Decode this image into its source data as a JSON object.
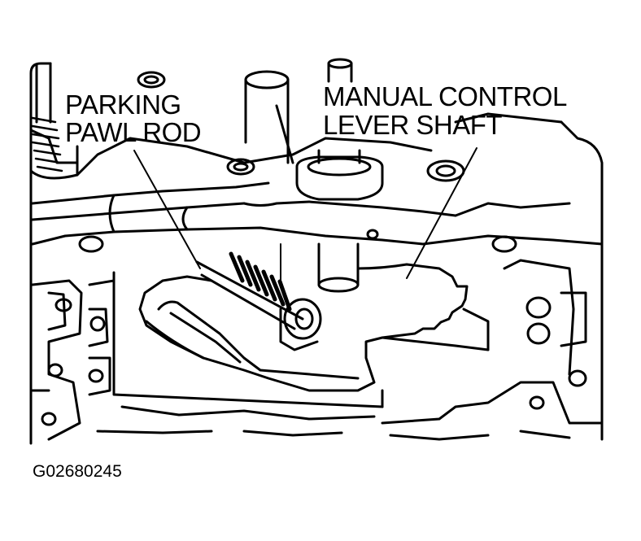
{
  "labels": {
    "parking_pawl_rod": [
      "PARKING",
      "PAWL ROD"
    ],
    "manual_control_lever_shaft": [
      "MANUAL CONTROL",
      "LEVER SHAFT"
    ]
  },
  "figure_id": "G02680245",
  "colors": {
    "ink": "#000000",
    "background": "#ffffff"
  }
}
